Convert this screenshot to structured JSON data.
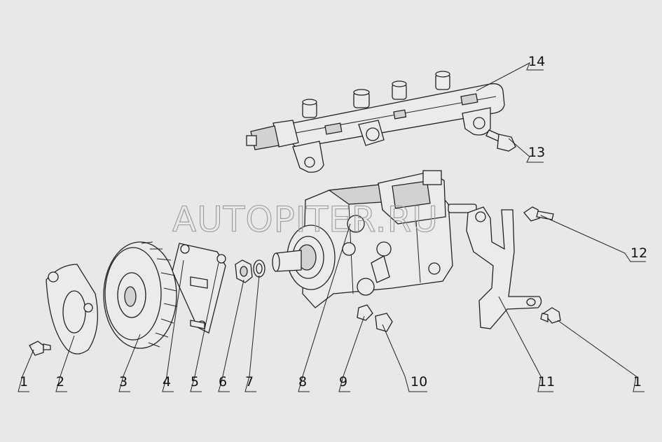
{
  "watermark": "AUTOPITER.RU",
  "callouts": [
    {
      "id": "1a",
      "label": "1"
    },
    {
      "id": "2",
      "label": "2"
    },
    {
      "id": "3",
      "label": "3"
    },
    {
      "id": "4",
      "label": "4"
    },
    {
      "id": "5",
      "label": "5"
    },
    {
      "id": "6",
      "label": "6"
    },
    {
      "id": "7",
      "label": "7"
    },
    {
      "id": "8",
      "label": "8"
    },
    {
      "id": "9",
      "label": "9"
    },
    {
      "id": "10",
      "label": "10"
    },
    {
      "id": "11",
      "label": "11"
    },
    {
      "id": "1b",
      "label": "1"
    },
    {
      "id": "12",
      "label": "12"
    },
    {
      "id": "13",
      "label": "13"
    },
    {
      "id": "14",
      "label": "14"
    }
  ]
}
